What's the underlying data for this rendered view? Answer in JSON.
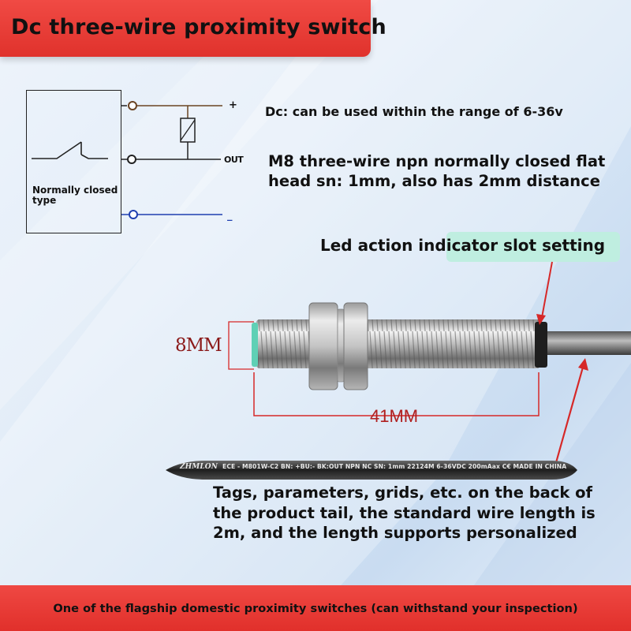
{
  "header": {
    "title": "Dc three-wire proximity switch"
  },
  "diagram": {
    "box_label": "Normally closed type",
    "terminal_plus": "+",
    "terminal_out": "OUT",
    "terminal_minus": "_",
    "wire_colors": {
      "brown": "#6b4423",
      "black": "#222222",
      "blue": "#1f3fb0"
    }
  },
  "specs": {
    "voltage": "Dc: can be used within the range of 6-36v",
    "model": "M8 three-wire npn normally closed flat head sn: 1mm, also has 2mm distance"
  },
  "callouts": {
    "led": "Led action indicator slot setting",
    "diameter": "8MM",
    "length": "41MM"
  },
  "label_strip": {
    "brand": "ZHMLON",
    "text": "ECE - M801W-C2 BN: +BU:- BK:OUT NPN NC SN: 1mm 22124M 6-36VDC 200mAax  C€  MADE IN CHINA"
  },
  "tags_note": "Tags, parameters, grids, etc. on the back of the product tail, the standard wire length is 2m, and the length supports personalized",
  "footer": {
    "text": "One of the flagship domestic proximity switches (can withstand your inspection)"
  },
  "colors": {
    "banner_red": "#e6332d",
    "led_highlight": "#bfeee0",
    "dimension_red": "#d62828"
  }
}
